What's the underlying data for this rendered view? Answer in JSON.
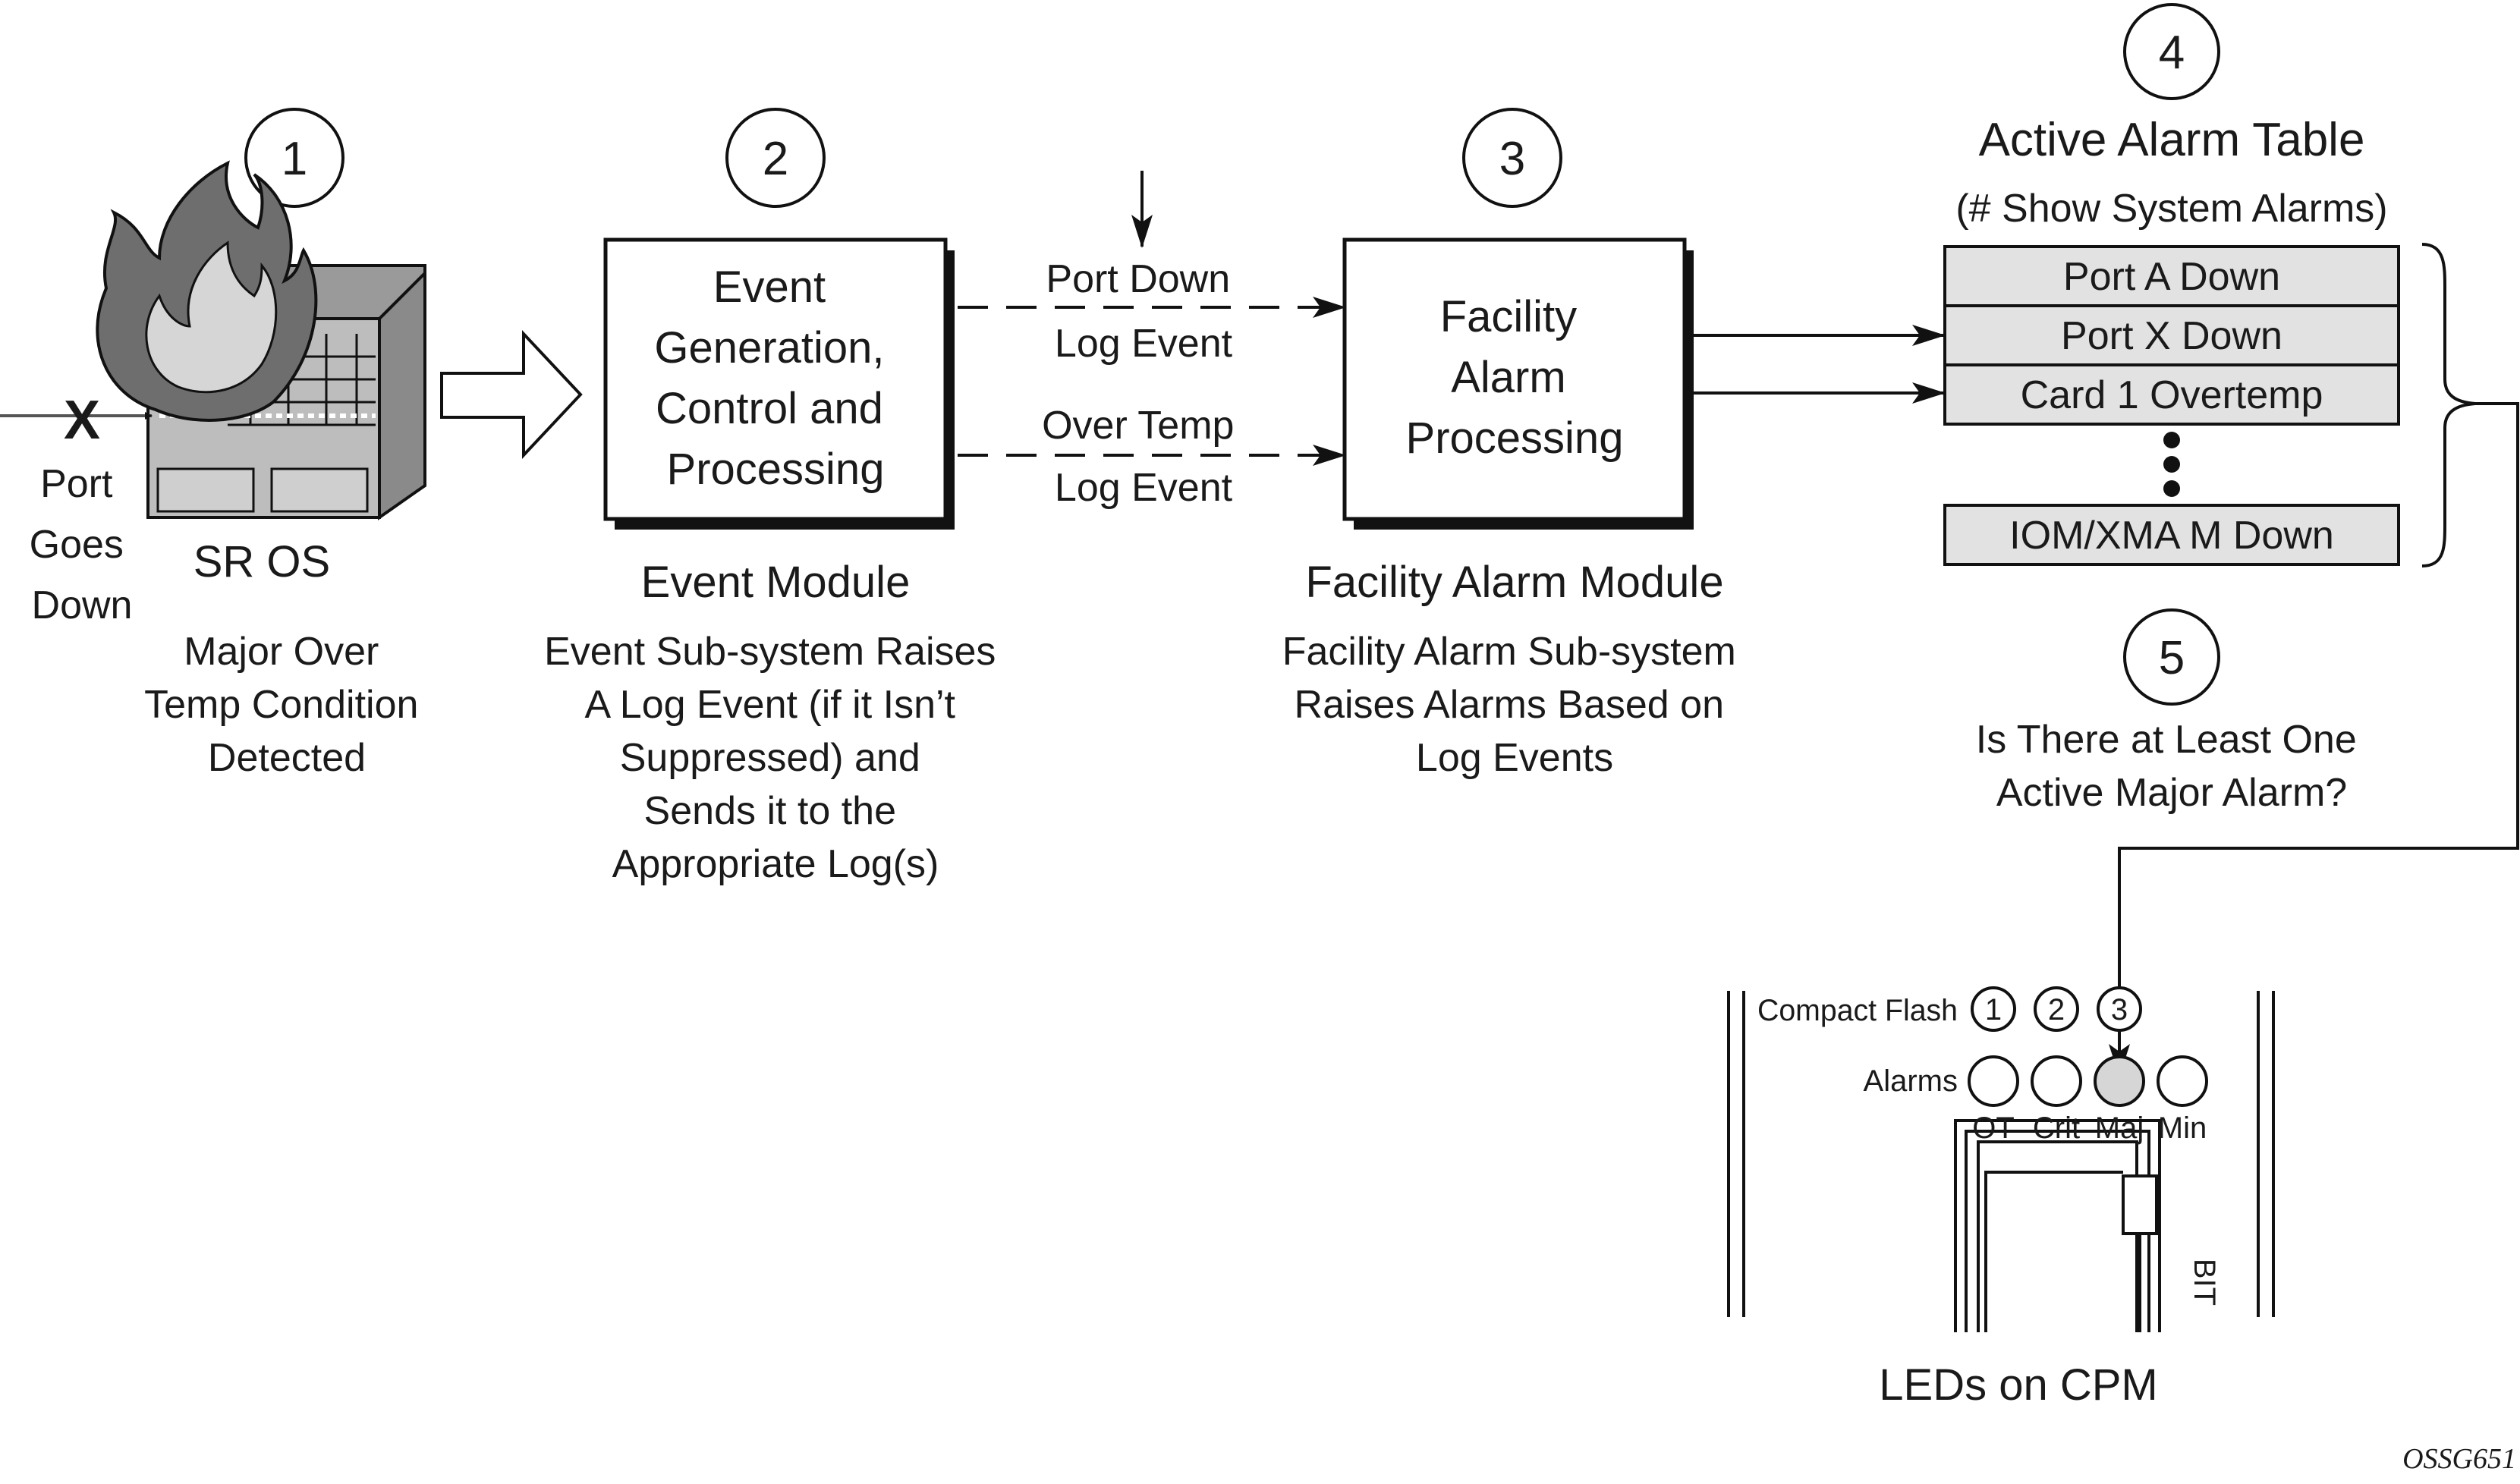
{
  "steps": [
    {
      "number": "1"
    },
    {
      "number": "2"
    },
    {
      "number": "3"
    },
    {
      "number": "4"
    },
    {
      "number": "5"
    }
  ],
  "router": {
    "x_mark": "X",
    "port_lines": [
      "Port",
      "Goes",
      "Down"
    ],
    "label": "SR OS",
    "caption": [
      "Major Over",
      "Temp Condition",
      "Detected"
    ]
  },
  "event_module": {
    "box_lines": [
      "Event",
      "Generation,",
      "Control and",
      "Processing"
    ],
    "title": "Event Module",
    "caption": [
      "Event Sub-system Raises",
      "A Log Event (if it Isn’t",
      "Suppressed) and",
      "Sends it to the",
      "Appropriate Log(s)"
    ]
  },
  "log_events": [
    {
      "line1": "Port Down",
      "line2": "Log Event"
    },
    {
      "line1": "Over Temp",
      "line2": "Log Event"
    }
  ],
  "facility_module": {
    "box_lines": [
      "Facility",
      "Alarm",
      "Processing"
    ],
    "title": "Facility Alarm Module",
    "caption": [
      "Facility Alarm Sub-system",
      "Raises Alarms Based on",
      "Log Events"
    ]
  },
  "alarm_table": {
    "title": "Active Alarm Table",
    "subtitle": "(# Show System Alarms)",
    "rows": [
      "Port A Down",
      "Port X Down",
      "Card 1 Overtemp",
      "IOM/XMA M Down"
    ]
  },
  "question": [
    "Is There at Least One",
    "Active Major Alarm?"
  ],
  "cpm": {
    "compact_flash_label": "Compact Flash",
    "flash_slots": [
      "1",
      "2",
      "3"
    ],
    "alarms_label": "Alarms",
    "leds": [
      "OT",
      "Crit",
      "Maj",
      "Min"
    ],
    "active_led": "Maj",
    "bit_label": "BIT",
    "title": "LEDs on CPM"
  },
  "figure_id": "OSSG651",
  "colors": {
    "ink": "#111111",
    "row_fill": "#e2e2e2",
    "flame_outer": "#6e6e6e",
    "flame_inner": "#d6d6d6",
    "chassis": "#bdbdbd"
  }
}
